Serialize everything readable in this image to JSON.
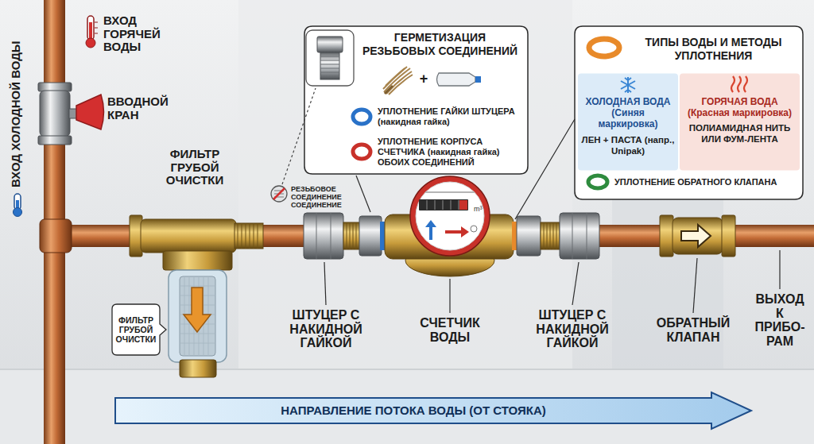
{
  "diagram": {
    "nodes": [
      {
        "text": [
          "ГЕРМЕТИЗАЦИЯ РЕЗЬБОВЫХ СОЕДИНЕНИЙ",
          "+",
          "УПЛОТНЕНИЕ ГАЙКИ ШТУЦЕРА (накидная гайка)",
          "УПЛОТНЕНИЕ КОРПУСА СЧЕТЧИКА (накидная гайка) ОБОИХ СОЕДИНЕНИЙ"
        ]
      },
      {
        "text": [
          "ТИПЫ ВОДЫ И МЕТОДЫ УПЛОТНЕНИЯ",
          "УПЛОТНЕНИЕ ОБРАТНОГО КЛАПАНА"
        ]
      },
      {
        "text": [
          "ХОЛОДНАЯ ВОДА (Синяя маркировка)",
          "ЛЕН + ПАСТА (напр., Unipak)"
        ],
        "in": 1
      },
      {
        "text": [
          "ГОРЯЧАЯ ВОДА (Красная маркировка)",
          "ПОЛИАМИДНАЯ НИТЬ ИЛИ ФУМ-ЛЕНТА"
        ],
        "in": 1
      },
      {
        "text": [
          "ФИЛЬТР ГРУБОЙ ОЧИСТКИ"
        ]
      },
      {
        "text": [
          "НАПРАВЛЕНИЕ ПОТОКА ВОДЫ (ОТ СТОЯКА)"
        ]
      }
    ],
    "labels": [
      "ВХОД ХОЛОДНОЙ ВОДЫ",
      "ВХОД ГОРЯЧЕЙ ВОДЫ",
      "ВВОДНОЙ КРАН",
      "ФИЛЬТР ГРУБОЙ ОЧИСТКИ",
      "РЕЗЬБОВОЕ СОЕДИНЕНИЕ СОЕДИНЕНИЕ",
      "ШТУЦЕР С НАКИДНОЙ ГАЙКОЙ",
      "СЧЕТЧИК ВОДЫ",
      "ШТУЦЕР С НАКИДНОЙ ГАЙКОЙ",
      "ОБРАТНЫЙ КЛАПАН",
      "ВЫХОД К ПРИБО-РАМ",
      "m³"
    ]
  }
}
